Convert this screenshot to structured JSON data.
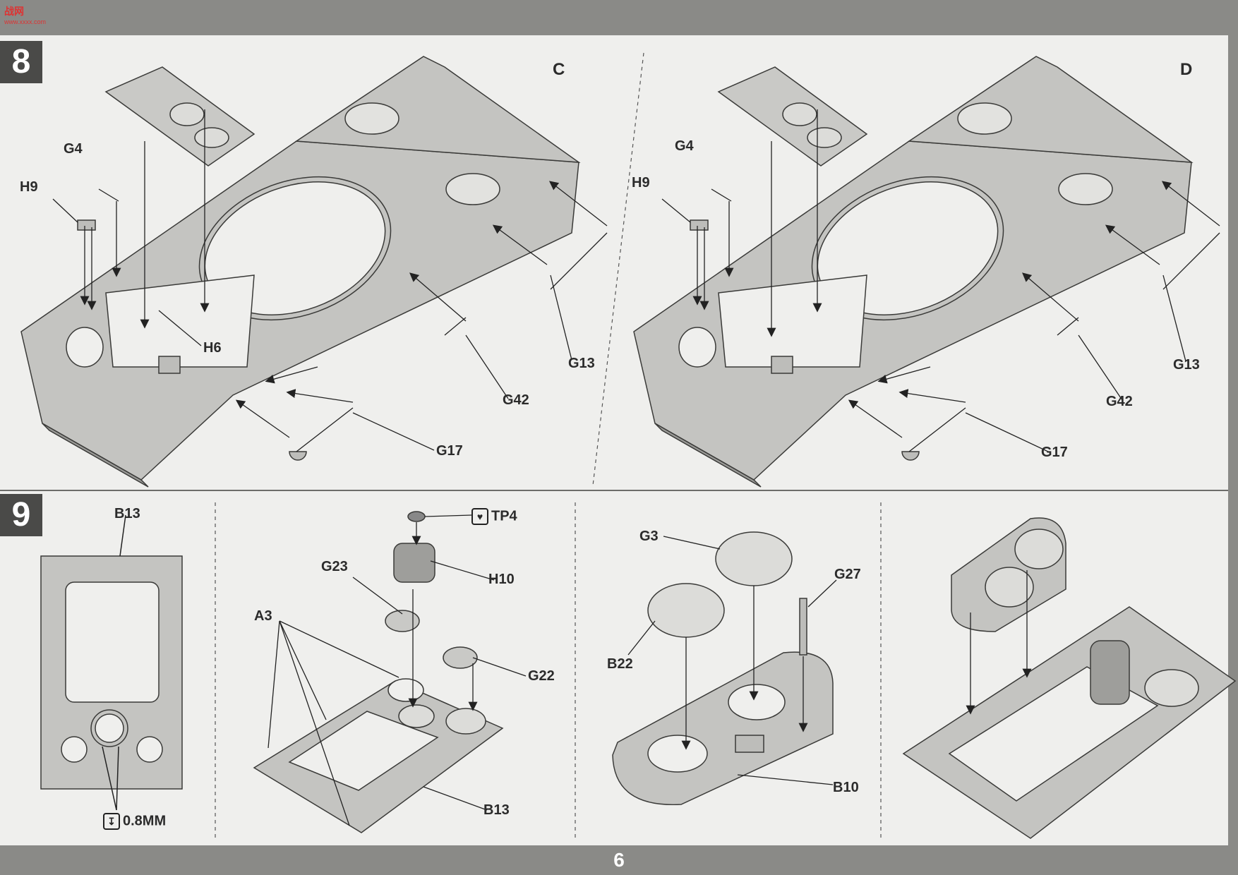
{
  "header": {
    "logo_text": "战网",
    "logo_sub": "www.xxxx.com"
  },
  "step8": {
    "number": "8",
    "view_c": {
      "corner": "C",
      "labels": {
        "g4": "G4",
        "h9": "H9",
        "h6": "H6",
        "g13": "G13",
        "g42": "G42",
        "g17": "G17"
      }
    },
    "view_d": {
      "corner": "D",
      "labels": {
        "g4": "G4",
        "h9": "H9",
        "g13": "G13",
        "g42": "G42",
        "g17": "G17"
      }
    }
  },
  "step9": {
    "number": "9",
    "panel1": {
      "b13": "B13",
      "drill": "0.8MM"
    },
    "panel2": {
      "tp4": "TP4",
      "h10": "H10",
      "g23": "G23",
      "a3": "A3",
      "g22": "G22",
      "b13": "B13"
    },
    "panel3": {
      "g3": "G3",
      "g27": "G27",
      "b22": "B22",
      "b10": "B10"
    }
  },
  "footer": {
    "page_number": "6"
  },
  "colors": {
    "band": "#8a8a87",
    "step_box": "#4a4a48",
    "part_fill": "#c4c4c1",
    "line": "#3a3a38"
  }
}
